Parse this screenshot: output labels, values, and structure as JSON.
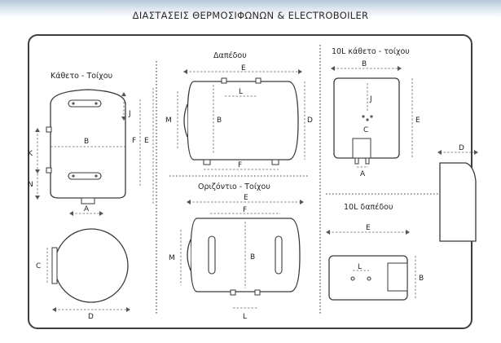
{
  "title": "ΔΙΑΣΤΑΣΕΙΣ ΘΕΡΜΟΣΙΦΩΝΩΝ & ELECTROBOILER",
  "sections": {
    "vertical_wall": "Κάθετο - Τοίχου",
    "floor": "Δαπέδου",
    "horizontal_wall": "Οριζόντιο - Τοίχου",
    "ten_l_vertical_wall": "10L κάθετο - τοίχου",
    "ten_l_floor": "10L δαπέδου"
  },
  "labels": {
    "A": "A",
    "B": "B",
    "C": "C",
    "D": "D",
    "E": "E",
    "F": "F",
    "J": "J",
    "K": "K",
    "L": "L",
    "M": "M",
    "N": "N"
  },
  "colors": {
    "frame": "#3e3e3e",
    "band": "#b6c8da",
    "dim": "#666666"
  }
}
